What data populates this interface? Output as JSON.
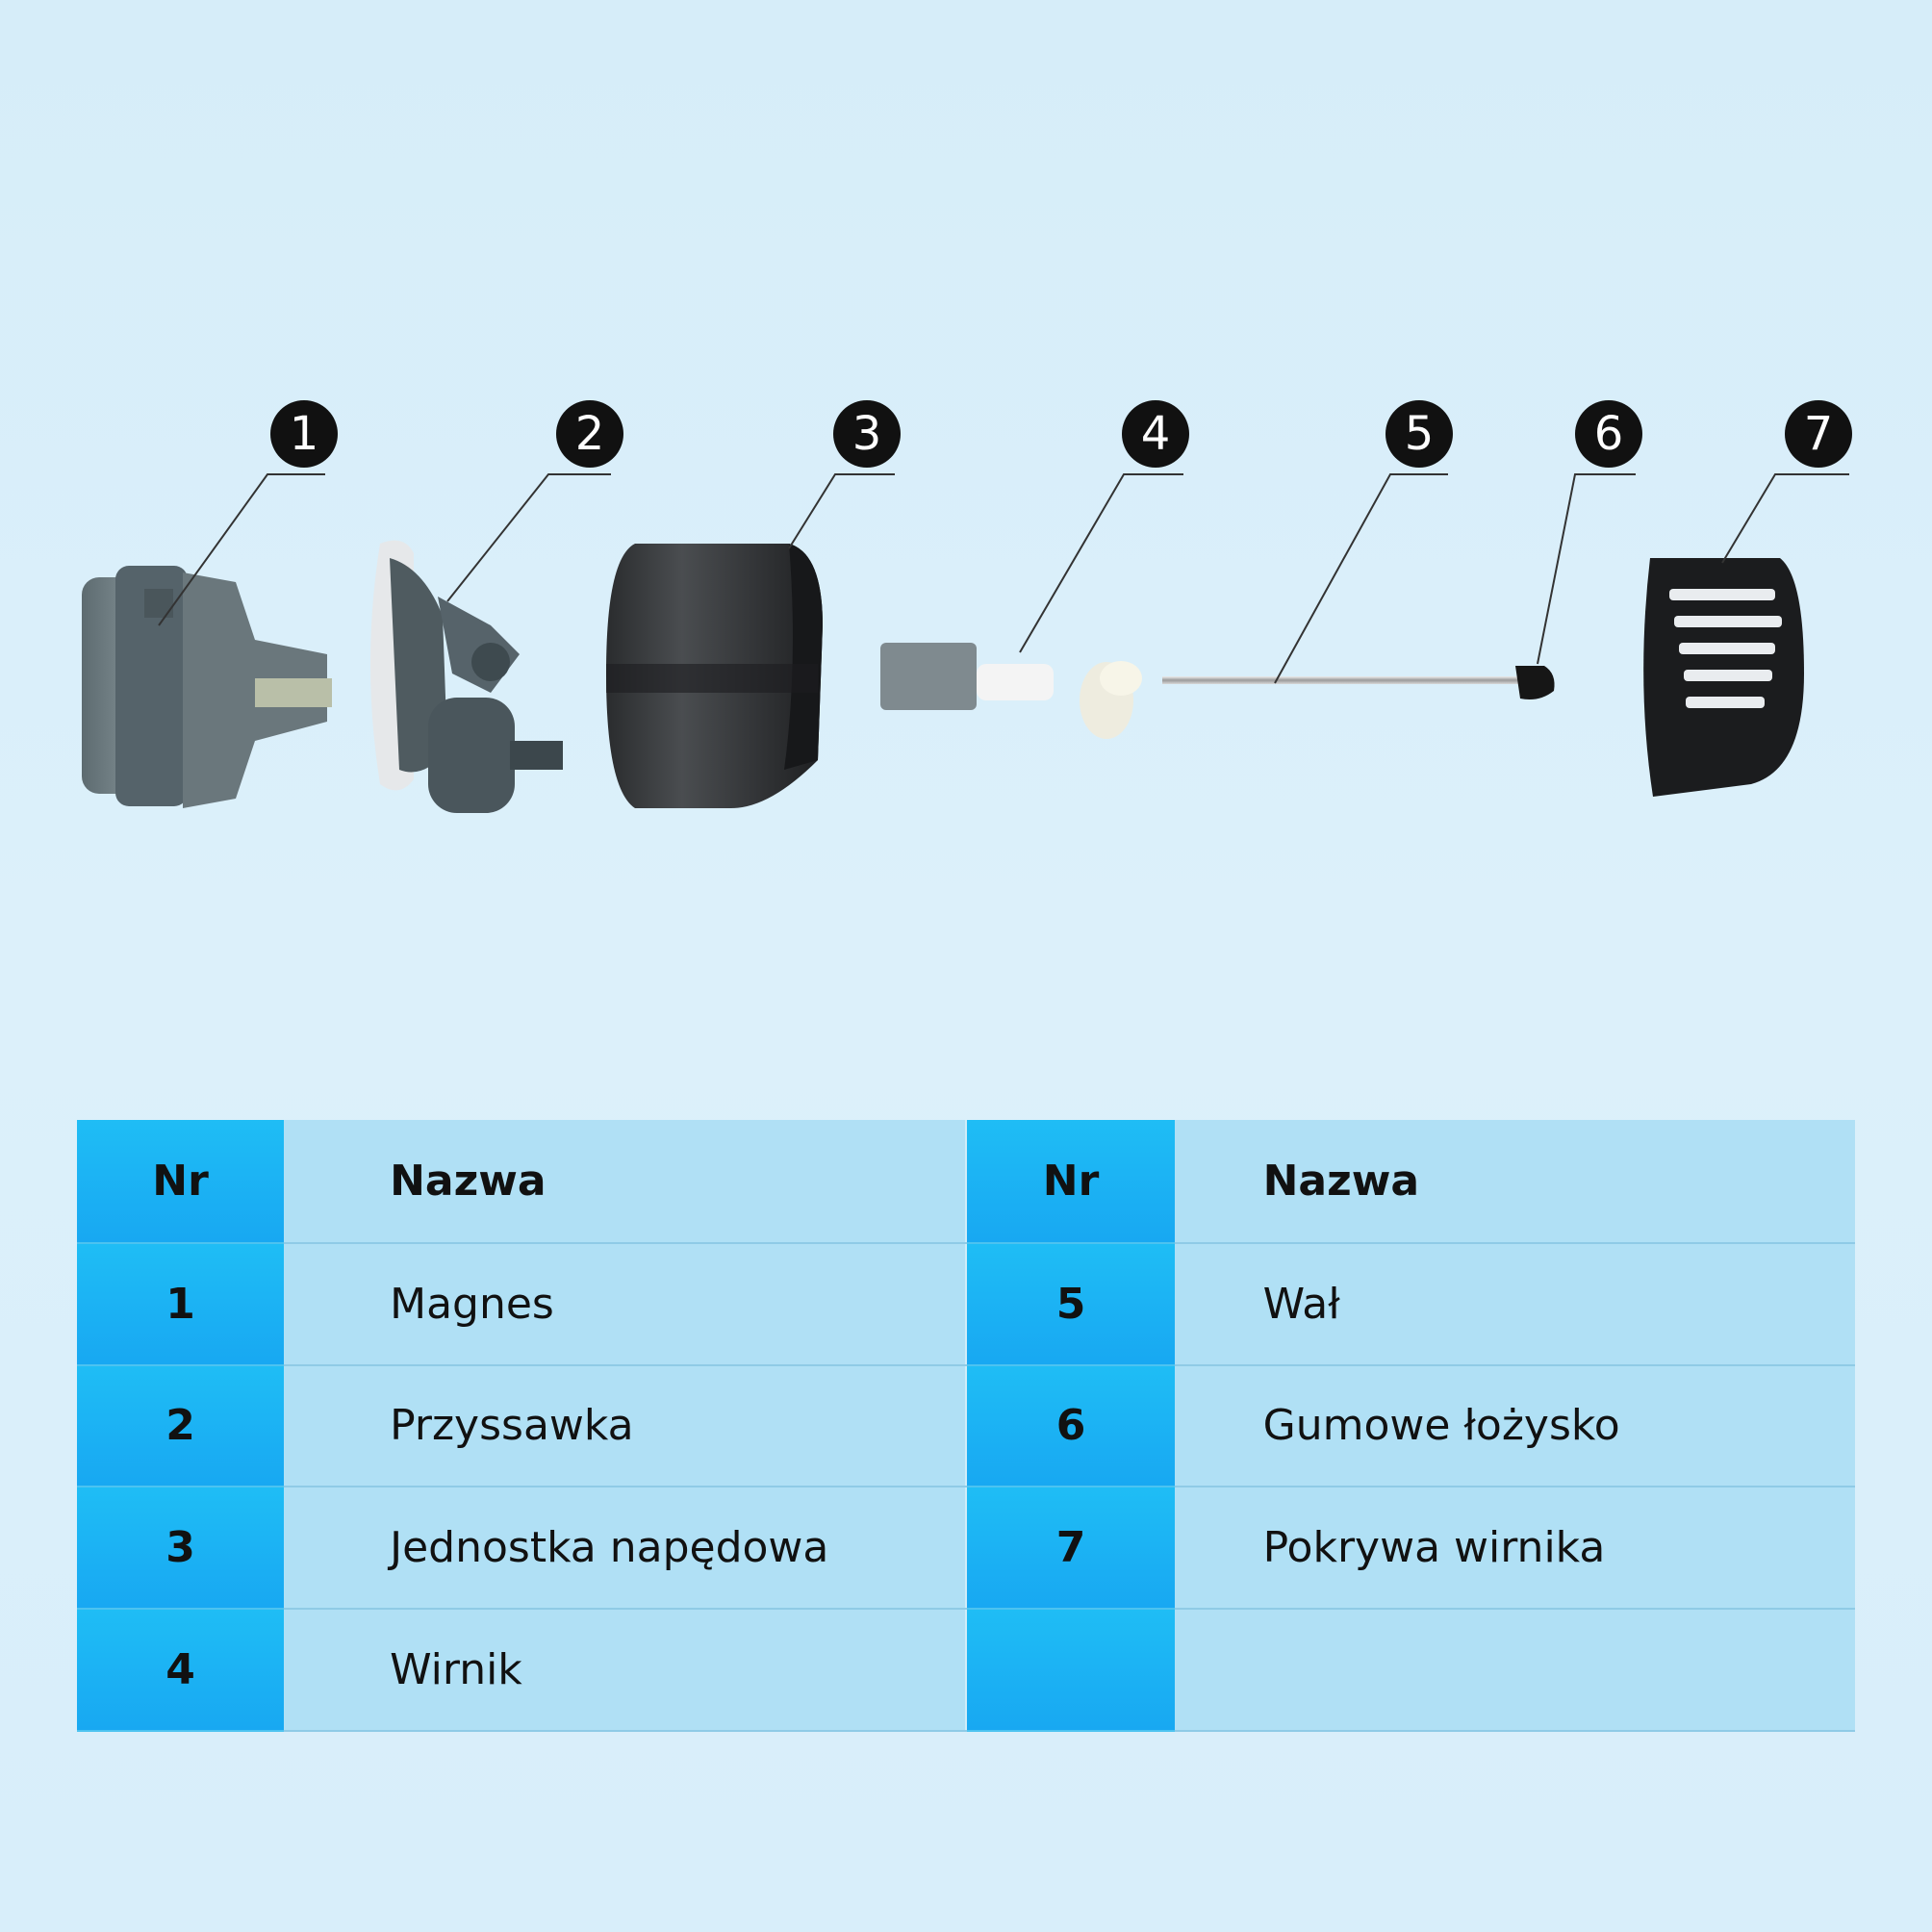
{
  "colors": {
    "background": "#d8eefa",
    "nr_cell": "#18a8f2",
    "name_cell": "#b0e0f5",
    "callout": "#111111"
  },
  "diagram": {
    "callouts": [
      "1",
      "2",
      "3",
      "4",
      "5",
      "6",
      "7"
    ]
  },
  "table": {
    "headers": {
      "nr_left": "Nr",
      "name_left": "Nazwa",
      "nr_right": "Nr",
      "name_right": "Nazwa"
    },
    "rows": [
      {
        "nr_left": "1",
        "name_left": "Magnes",
        "nr_right": "5",
        "name_right": "Wał"
      },
      {
        "nr_left": "2",
        "name_left": "Przyssawka",
        "nr_right": "6",
        "name_right": "Gumowe łożysko"
      },
      {
        "nr_left": "3",
        "name_left": "Jednostka napędowa",
        "nr_right": "7",
        "name_right": "Pokrywa wirnika"
      },
      {
        "nr_left": "4",
        "name_left": "Wirnik",
        "nr_right": "",
        "name_right": ""
      }
    ]
  }
}
